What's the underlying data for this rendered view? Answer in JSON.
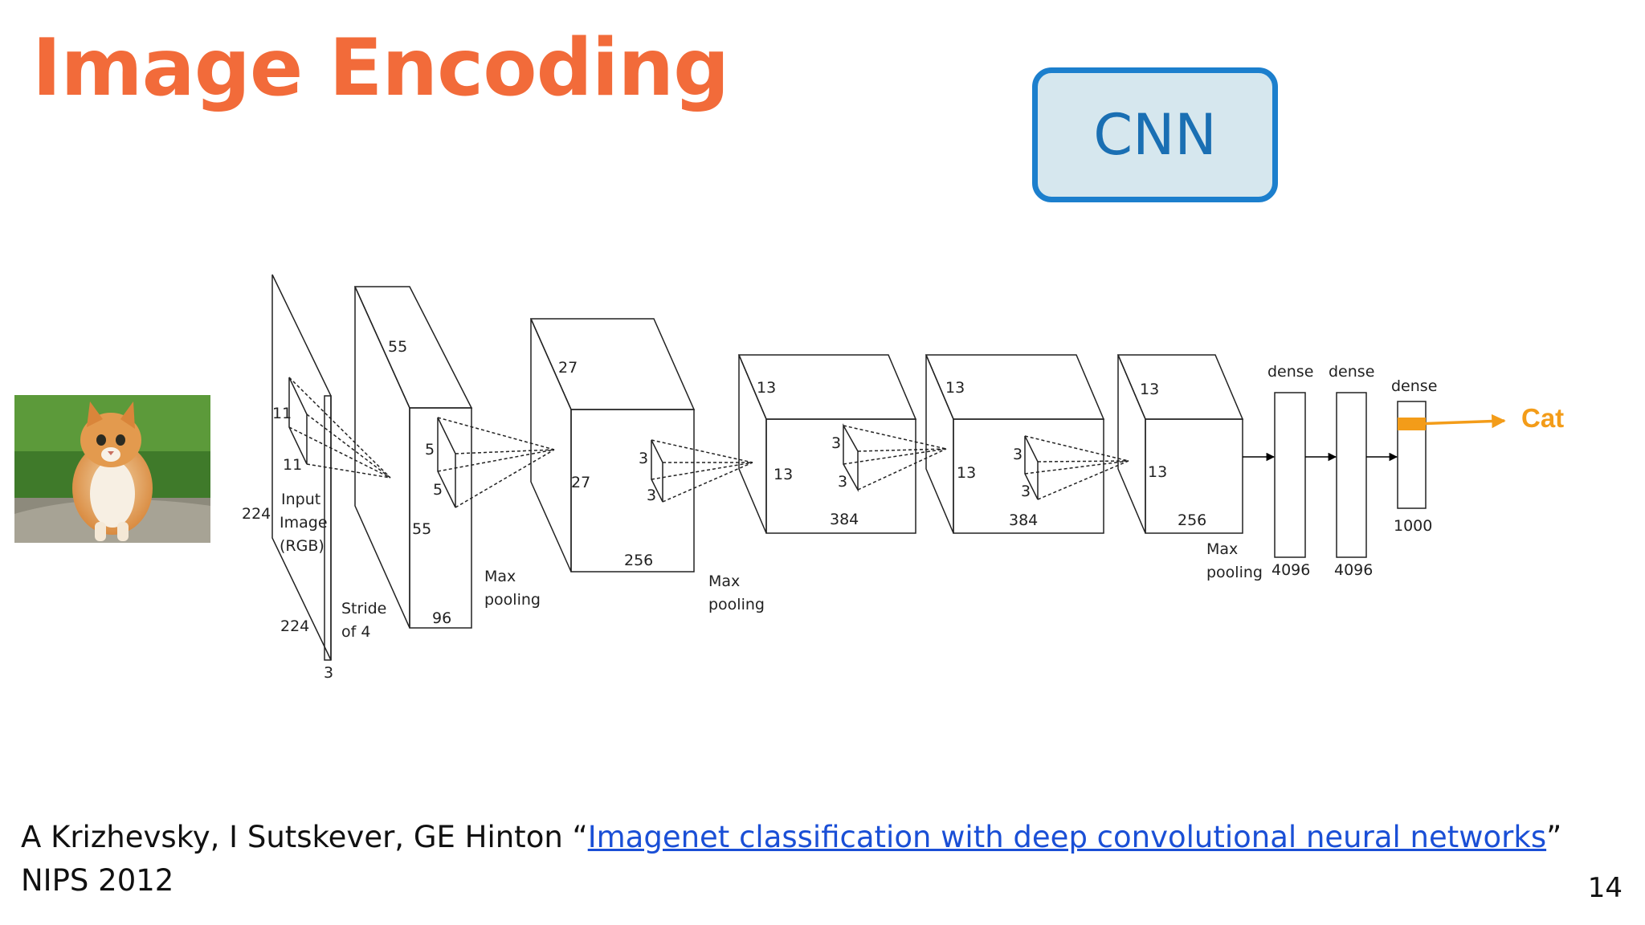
{
  "slide": {
    "title": "Image Encoding",
    "cnn_label": "CNN",
    "page_number": "14"
  },
  "citation": {
    "authors_prefix": "A Krizhevsky, I Sutskever, GE Hinton “",
    "link_text": "Imagenet classification with deep convolutional neural networks",
    "suffix": "”",
    "venue": "NIPS 2012"
  },
  "diagram": {
    "input": {
      "height": "224",
      "width": "224",
      "depth": "3",
      "kernel_h": "11",
      "kernel_w": "11",
      "caption": [
        "Input",
        "Image",
        "(RGB)"
      ],
      "stride": [
        "Stride",
        "of 4"
      ]
    },
    "conv1": {
      "height": "55",
      "width": "55",
      "kernel_h": "5",
      "kernel_w": "5",
      "depth": "96"
    },
    "pool1": [
      "Max",
      "pooling"
    ],
    "conv2": {
      "height": "27",
      "width": "27",
      "kernel_h": "3",
      "kernel_w": "3",
      "depth": "256"
    },
    "pool2": [
      "Max",
      "pooling"
    ],
    "conv3": {
      "height": "13",
      "width": "13",
      "kernel_h": "3",
      "kernel_w": "3",
      "depth": "384"
    },
    "conv4": {
      "height": "13",
      "width": "13",
      "kernel_h": "3",
      "kernel_w": "3",
      "depth": "384"
    },
    "conv5": {
      "height": "13",
      "width": "13",
      "depth": "256"
    },
    "pool3": [
      "Max",
      "pooling"
    ],
    "dense1": {
      "label": "dense",
      "size": "4096"
    },
    "dense2": {
      "label": "dense",
      "size": "4096"
    },
    "dense3": {
      "label": "dense",
      "size": "1000"
    },
    "output_label": "Cat"
  },
  "colors": {
    "title": "#f26b3a",
    "cnn_border": "#1c7fcd",
    "cnn_fill": "#d6e7ee",
    "output_arrow": "#f39c19",
    "link": "#1a4fd6"
  }
}
